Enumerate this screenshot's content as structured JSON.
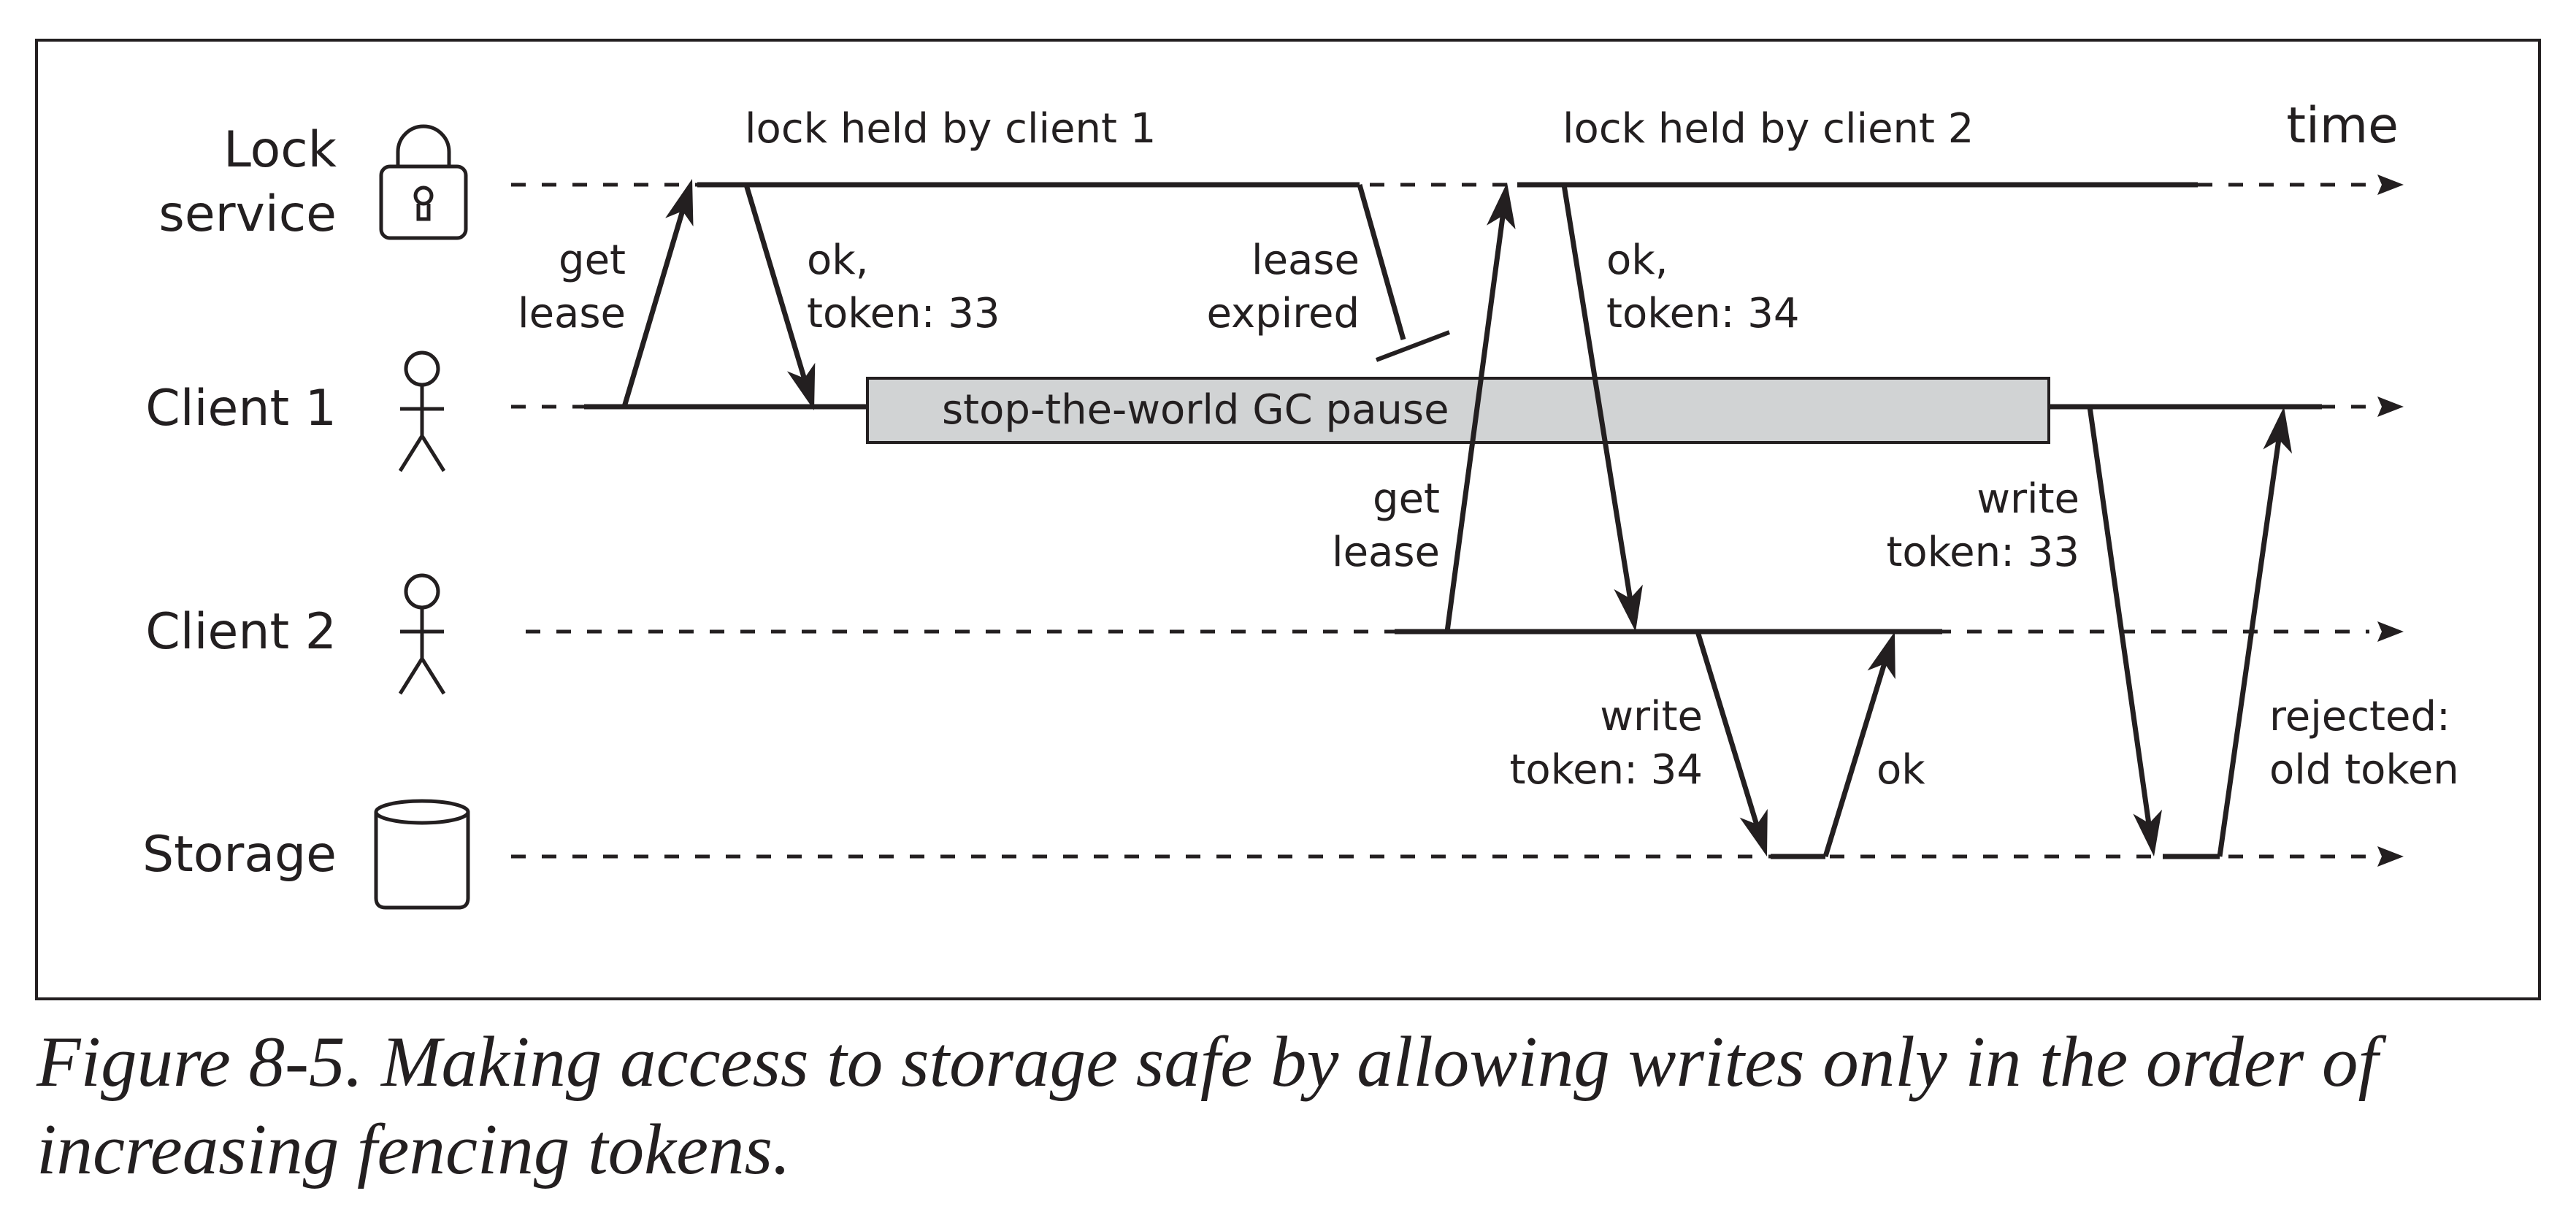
{
  "actors": [
    {
      "id": "lock",
      "lines": [
        "Lock",
        "service"
      ],
      "icon": "padlock-icon"
    },
    {
      "id": "client1",
      "lines": [
        "Client 1"
      ],
      "icon": "stick-figure-icon"
    },
    {
      "id": "client2",
      "lines": [
        "Client 2"
      ],
      "icon": "stick-figure-icon"
    },
    {
      "id": "storage",
      "lines": [
        "Storage"
      ],
      "icon": "database-cylinder-icon"
    }
  ],
  "time_label": "time",
  "lock_held": [
    "lock held by client 1",
    "lock held by client 2"
  ],
  "gc_pause": "stop-the-world GC pause",
  "messages": [
    {
      "id": "c1-get-lease",
      "from": "Client 1",
      "to": "Lock service",
      "lines": [
        "get",
        "lease"
      ]
    },
    {
      "id": "c1-ok",
      "from": "Lock service",
      "to": "Client 1",
      "lines": [
        "ok,",
        "token: 33"
      ]
    },
    {
      "id": "lease-expired",
      "from": "Lock service",
      "to": "Client 1",
      "lines": [
        "lease",
        "expired"
      ],
      "lost": true
    },
    {
      "id": "c2-get-lease",
      "from": "Client 2",
      "to": "Lock service",
      "lines": [
        "get",
        "lease"
      ]
    },
    {
      "id": "c2-ok",
      "from": "Lock service",
      "to": "Client 2",
      "lines": [
        "ok,",
        "token: 34"
      ]
    },
    {
      "id": "c2-write",
      "from": "Client 2",
      "to": "Storage",
      "lines": [
        "write",
        "token: 34"
      ]
    },
    {
      "id": "storage-ok",
      "from": "Storage",
      "to": "Client 2",
      "lines": [
        "ok"
      ]
    },
    {
      "id": "c1-write",
      "from": "Client 1",
      "to": "Storage",
      "lines": [
        "write",
        "token: 33"
      ]
    },
    {
      "id": "storage-rejected",
      "from": "Storage",
      "to": "Client 1",
      "lines": [
        "rejected:",
        "old token"
      ]
    }
  ],
  "caption": "Figure 8-5. Making access to storage safe by allowing writes only in the order of increasing fencing tokens.",
  "colors": {
    "ink": "#231f20",
    "pause_fill": "#d1d3d4",
    "border": "#231f20"
  }
}
